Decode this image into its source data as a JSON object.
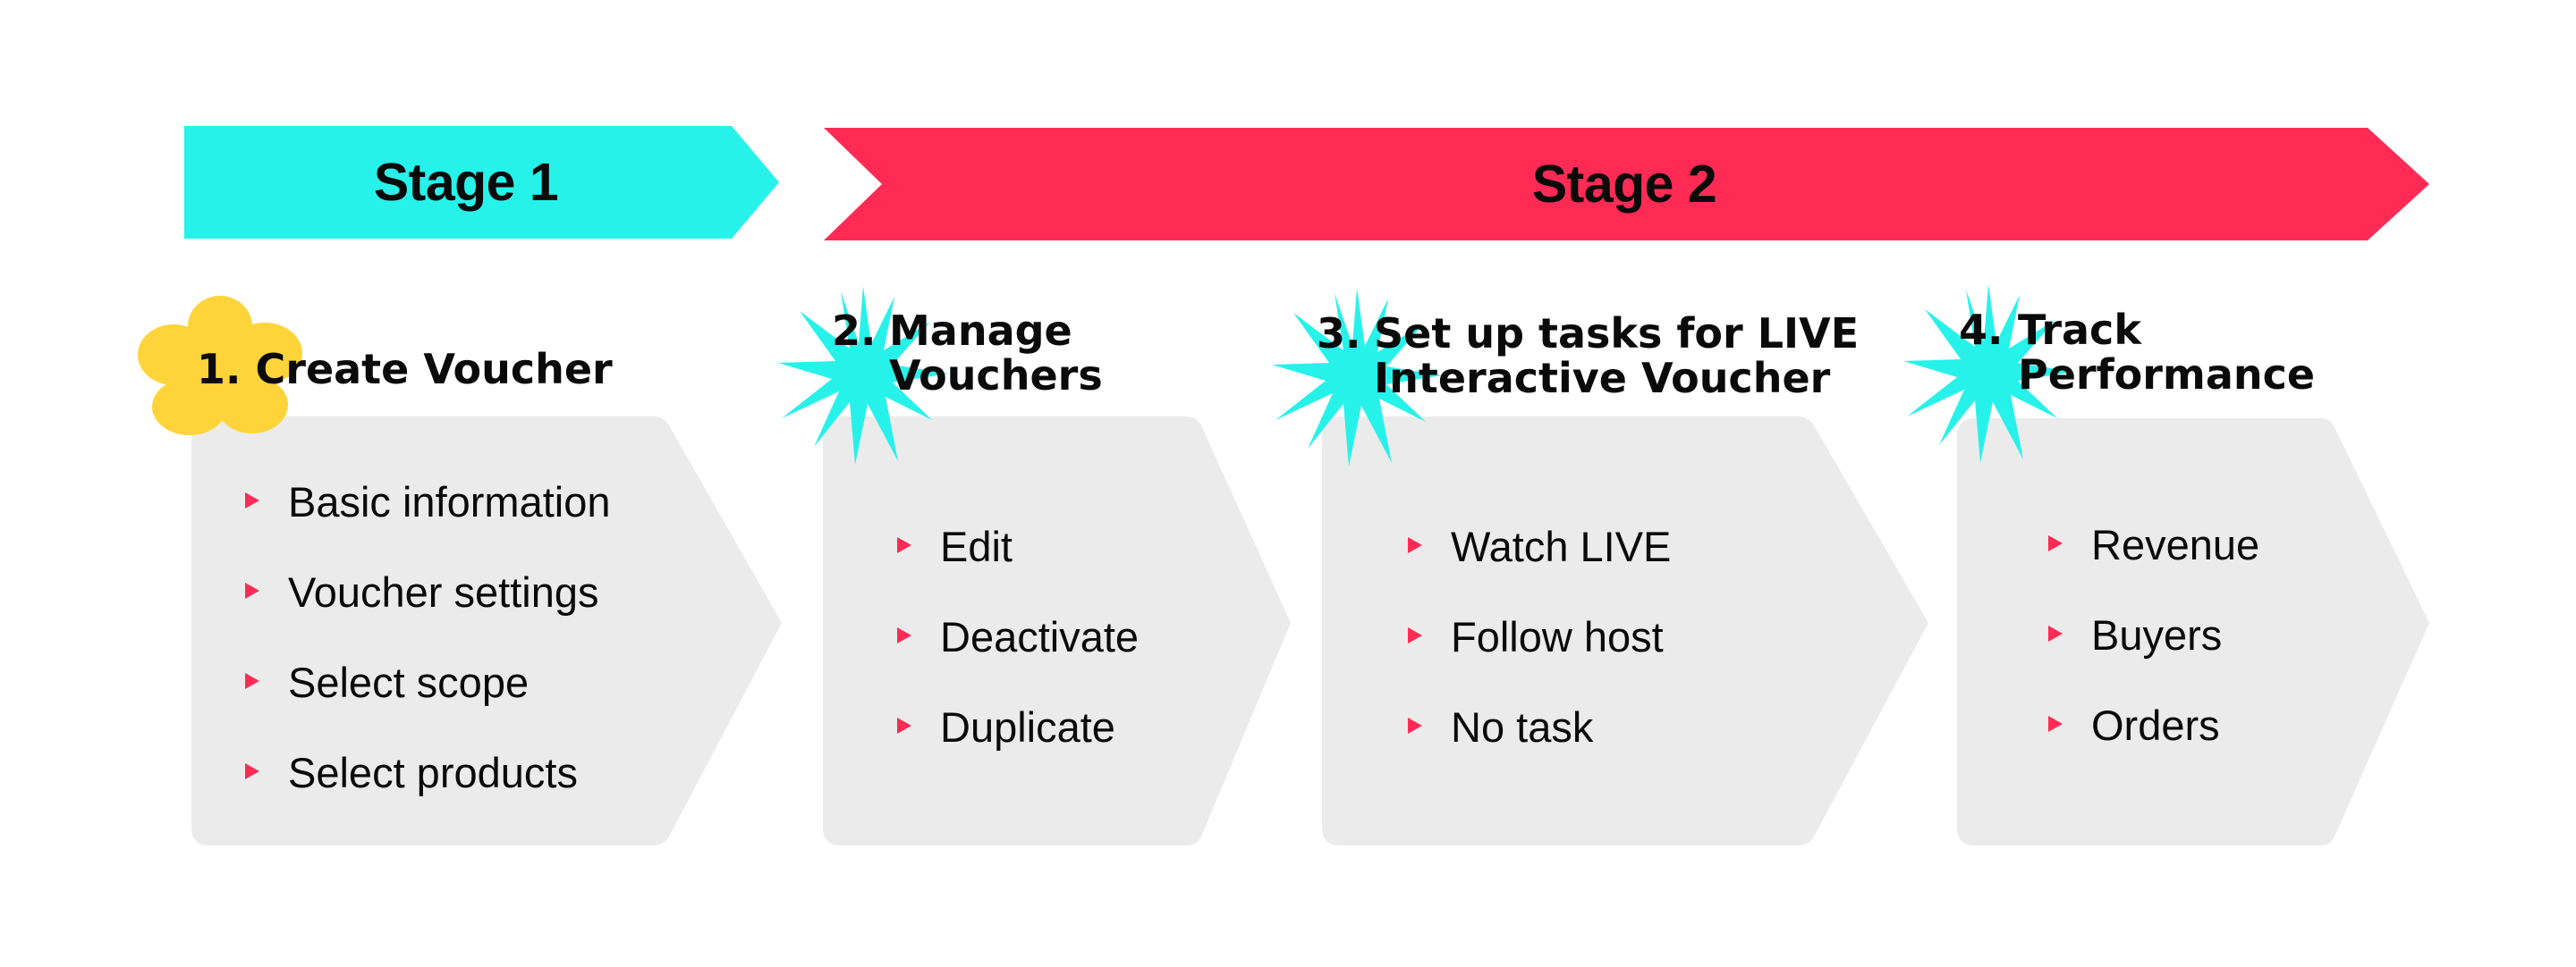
{
  "colors": {
    "stage1": "#27f2ea",
    "stage2": "#ff2b55",
    "card": "#ebebeb",
    "bullet": "#ff2b55",
    "flower": "#ffd43b",
    "burst": "#27f2ea",
    "text": "#0a0a0a"
  },
  "stages": [
    {
      "label": "Stage 1"
    },
    {
      "label": "Stage 2"
    }
  ],
  "steps": [
    {
      "number": "1.",
      "title_lines": [
        "Create Voucher"
      ],
      "badge_icon": "flower-icon",
      "items": [
        "Basic information",
        "Voucher settings",
        "Select scope",
        "Select products"
      ]
    },
    {
      "number": "2.",
      "title_lines": [
        "Manage",
        "Vouchers"
      ],
      "badge_icon": "starburst-icon",
      "items": [
        "Edit",
        "Deactivate",
        "Duplicate"
      ]
    },
    {
      "number": "3.",
      "title_lines": [
        "Set up tasks for LIVE",
        "Interactive Voucher"
      ],
      "badge_icon": "starburst-icon",
      "items": [
        "Watch LIVE",
        "Follow host",
        "No task"
      ]
    },
    {
      "number": "4.",
      "title_lines": [
        "Track",
        "Performance"
      ],
      "badge_icon": "starburst-icon",
      "items": [
        "Revenue",
        "Buyers",
        "Orders"
      ]
    }
  ]
}
